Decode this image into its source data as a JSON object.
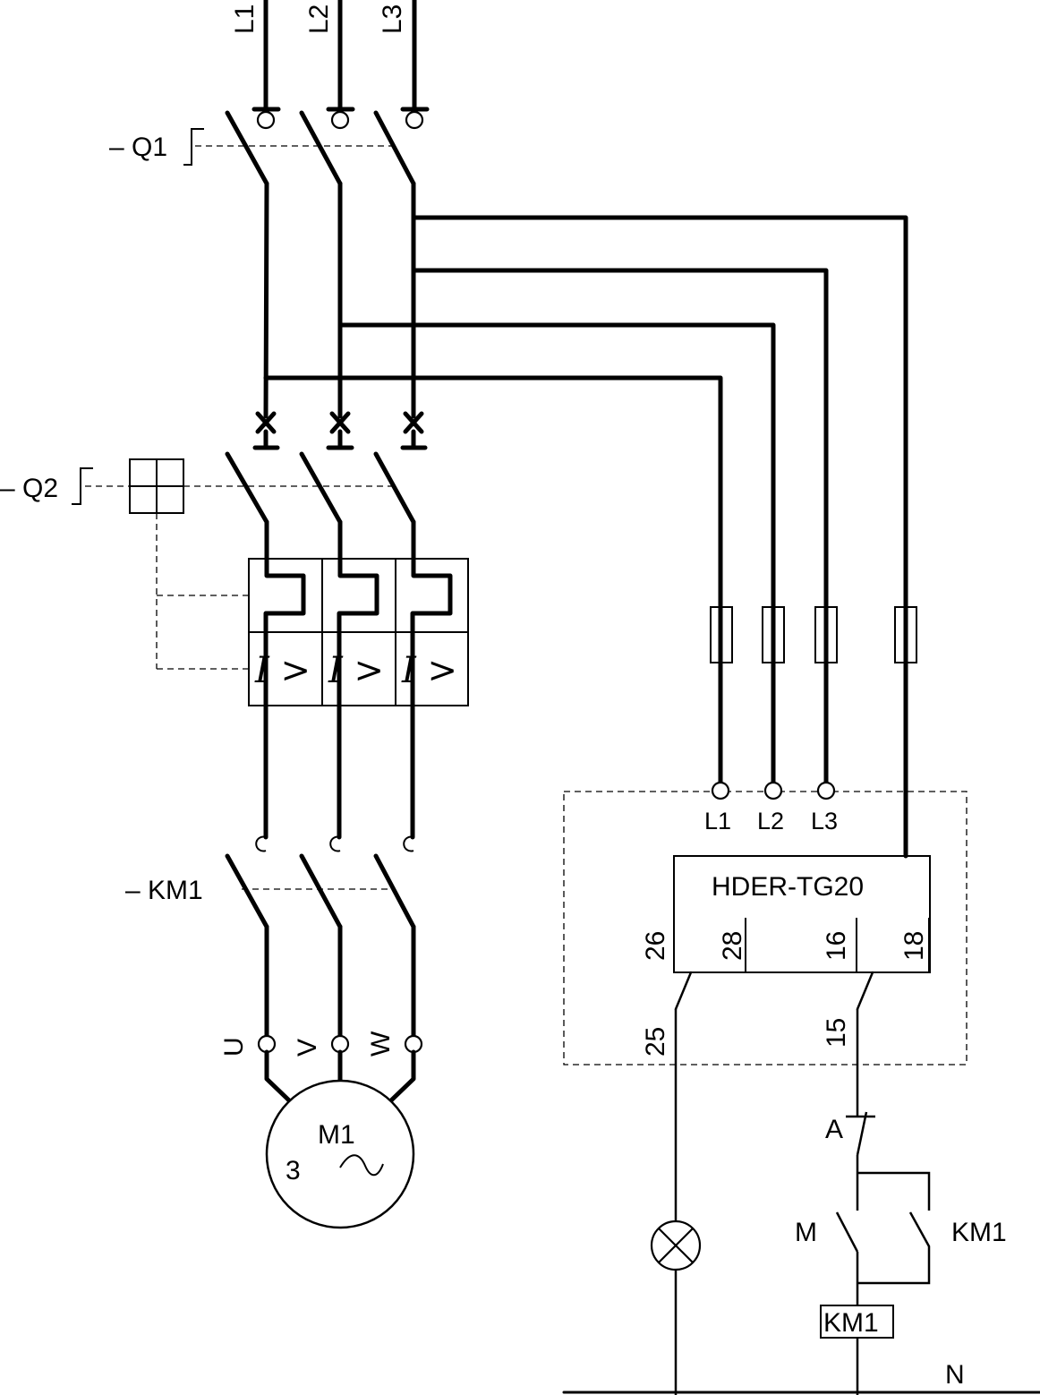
{
  "supply": {
    "l1": "L1",
    "l2": "L2",
    "l3": "L3"
  },
  "main_switch": {
    "label": "– Q1"
  },
  "motor_breaker": {
    "label": "– Q2",
    "trip_symbol": "I >"
  },
  "contactor": {
    "label": "– KM1"
  },
  "motor": {
    "terminal_u": "U",
    "terminal_v": "V",
    "terminal_w": "W",
    "name": "M1",
    "phase": "3",
    "ac_symbol": "~"
  },
  "relay": {
    "model": "HDER-TG20",
    "input_l1": "L1",
    "input_l2": "L2",
    "input_l3": "L3",
    "contact_25": "25",
    "contact_26": "26",
    "contact_28": "28",
    "contact_15": "15",
    "contact_16": "16",
    "contact_18": "18"
  },
  "control_circuit": {
    "stop_button": "A",
    "start_button": "M",
    "holding_contact": "KM1",
    "coil": "KM1",
    "neutral": "N"
  }
}
